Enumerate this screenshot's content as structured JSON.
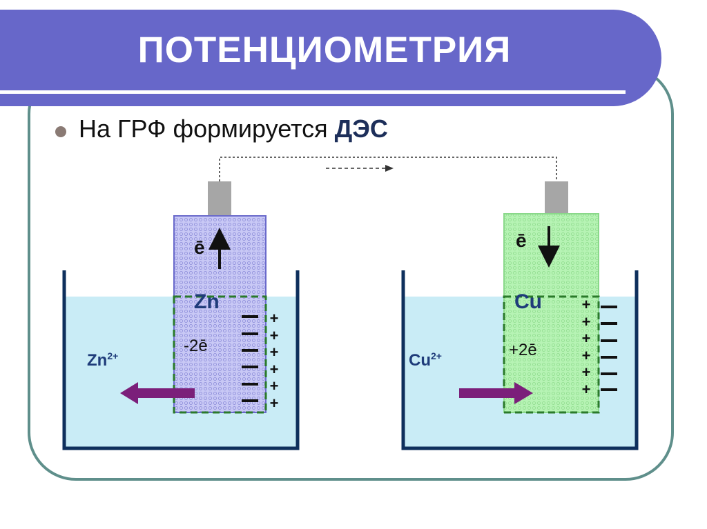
{
  "slide": {
    "title": "ПОТЕНЦИОМЕТРИЯ",
    "bullet_text": "На ГРФ формируется",
    "bullet_emphasis": "ДЭС"
  },
  "left_cell": {
    "electron_label": "ē",
    "metal": "Zn",
    "electron_change": "-2ē",
    "ion": "Zn",
    "ion_charge": "2+",
    "electrode_fill": "#c8c8f5",
    "electrode_border": "#6a6acb"
  },
  "right_cell": {
    "electron_label": "ē",
    "metal": "Cu",
    "electron_change": "+2ē",
    "ion": "Cu",
    "ion_charge": "2+",
    "electrode_fill": "#b6f3b4",
    "electrode_border": "#8ad88a"
  },
  "colors": {
    "title_bar": "#6767c9",
    "solution": "#c9ecf6",
    "beaker_outline": "#0e2f5c",
    "ion_arrow": "#7b1f7a",
    "double_layer_border": "#2a7a2a"
  }
}
